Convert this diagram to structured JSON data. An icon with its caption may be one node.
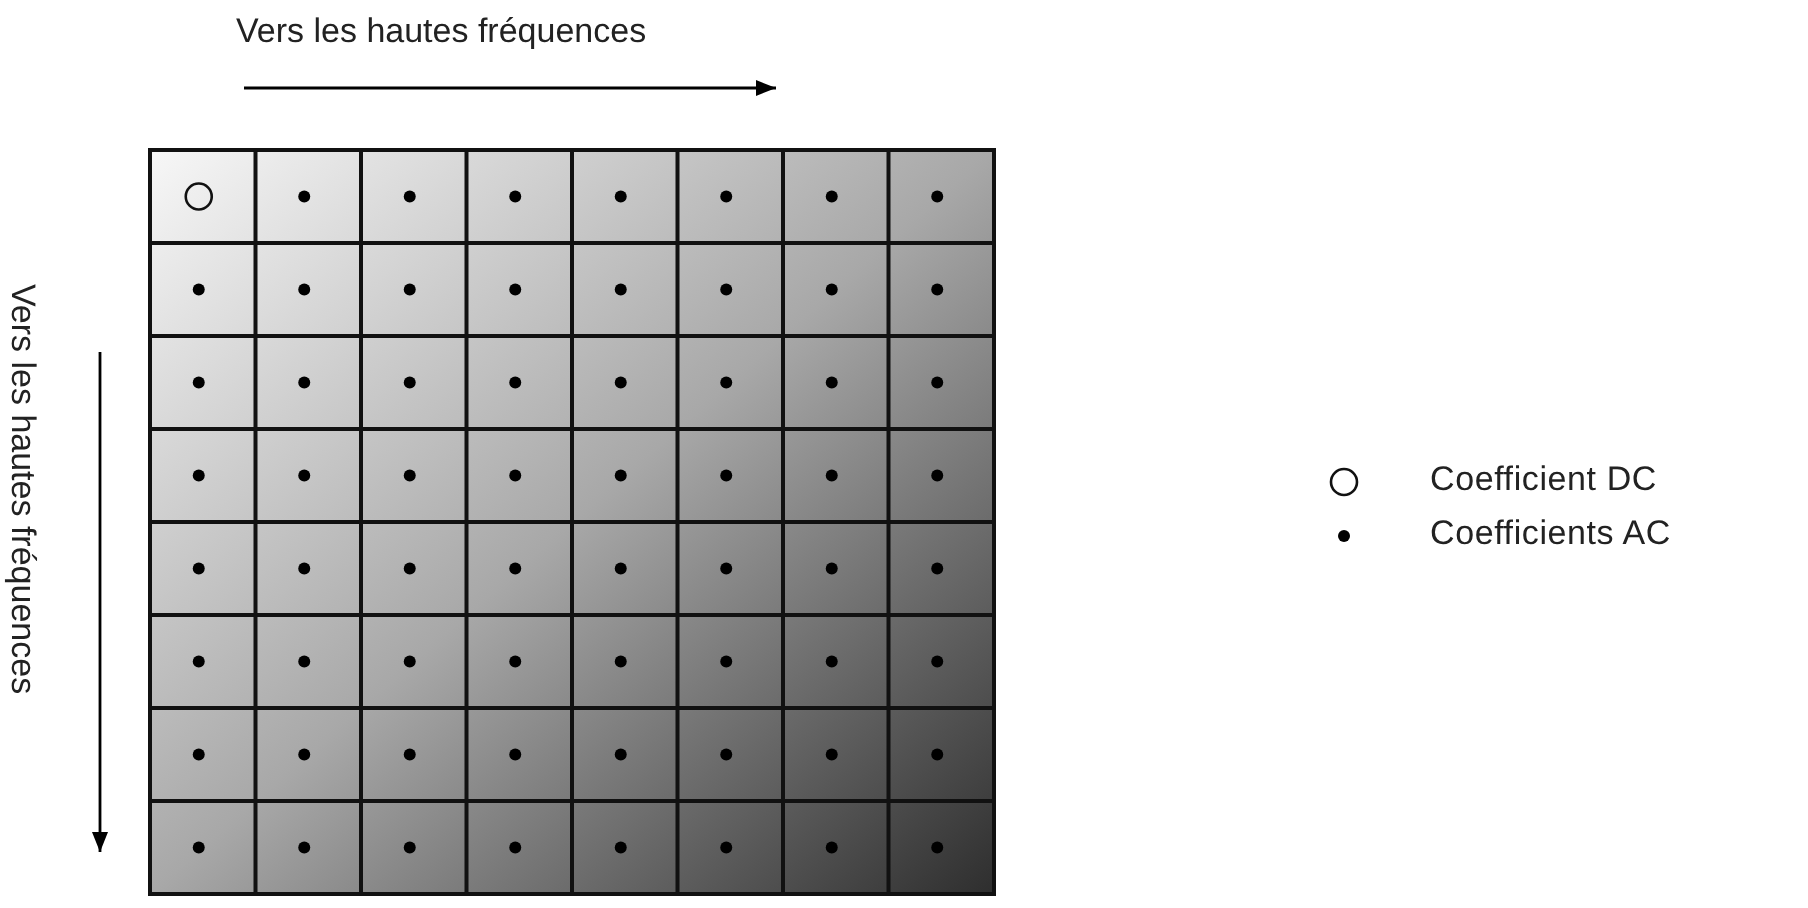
{
  "diagram": {
    "labels": [
      "Vers les hautes fréquences",
      "Vers les hautes fréquences"
    ],
    "legend": [
      {
        "text": "Coefficient DC"
      },
      {
        "text": "Coefficients AC"
      }
    ]
  }
}
